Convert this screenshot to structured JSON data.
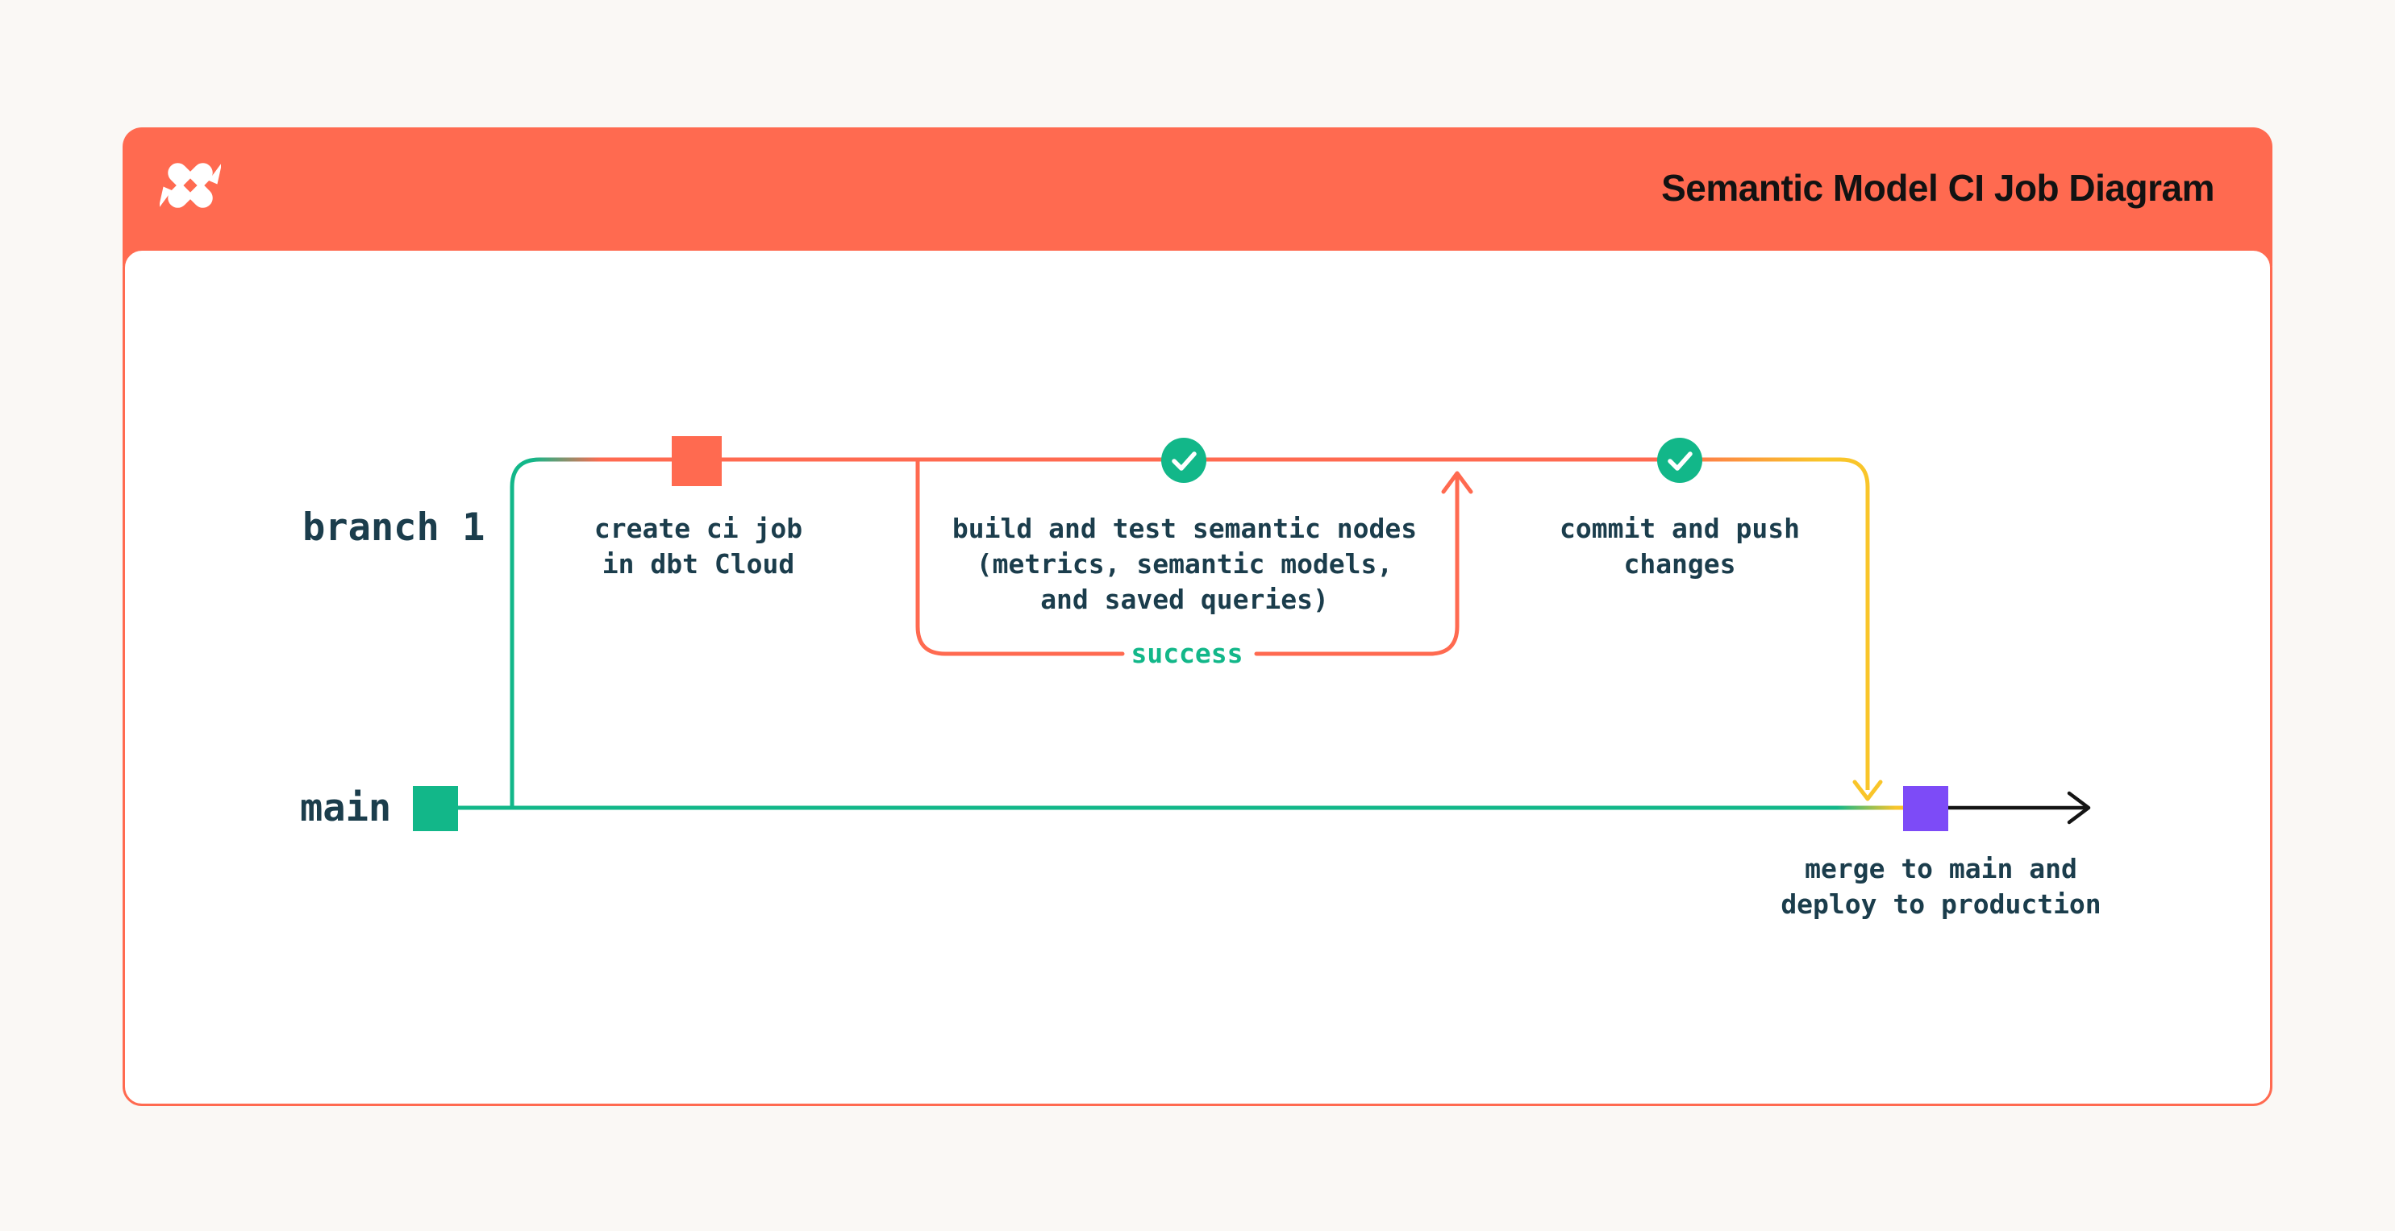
{
  "colors": {
    "coral": "#FF6A50",
    "green": "#12B789",
    "yellow": "#F9C52A",
    "purple": "#7D4BF7",
    "ink": "#1B3D4C",
    "title": "#121212",
    "arrow_black": "#141414",
    "page_bg": "#FAF8F5",
    "card_bg": "#FFFFFF"
  },
  "header": {
    "title": "Semantic Model CI Job Diagram",
    "logo": "dbt-logo"
  },
  "lanes": {
    "branch": "branch 1",
    "main": "main"
  },
  "steps": {
    "create_ci_job": "create ci job\nin dbt Cloud",
    "build_test": "build and test semantic nodes\n(metrics, semantic models,\nand saved queries)",
    "loop_label": "success",
    "commit_push": "commit and push\nchanges",
    "merge_deploy": "merge to main and\ndeploy to production"
  }
}
